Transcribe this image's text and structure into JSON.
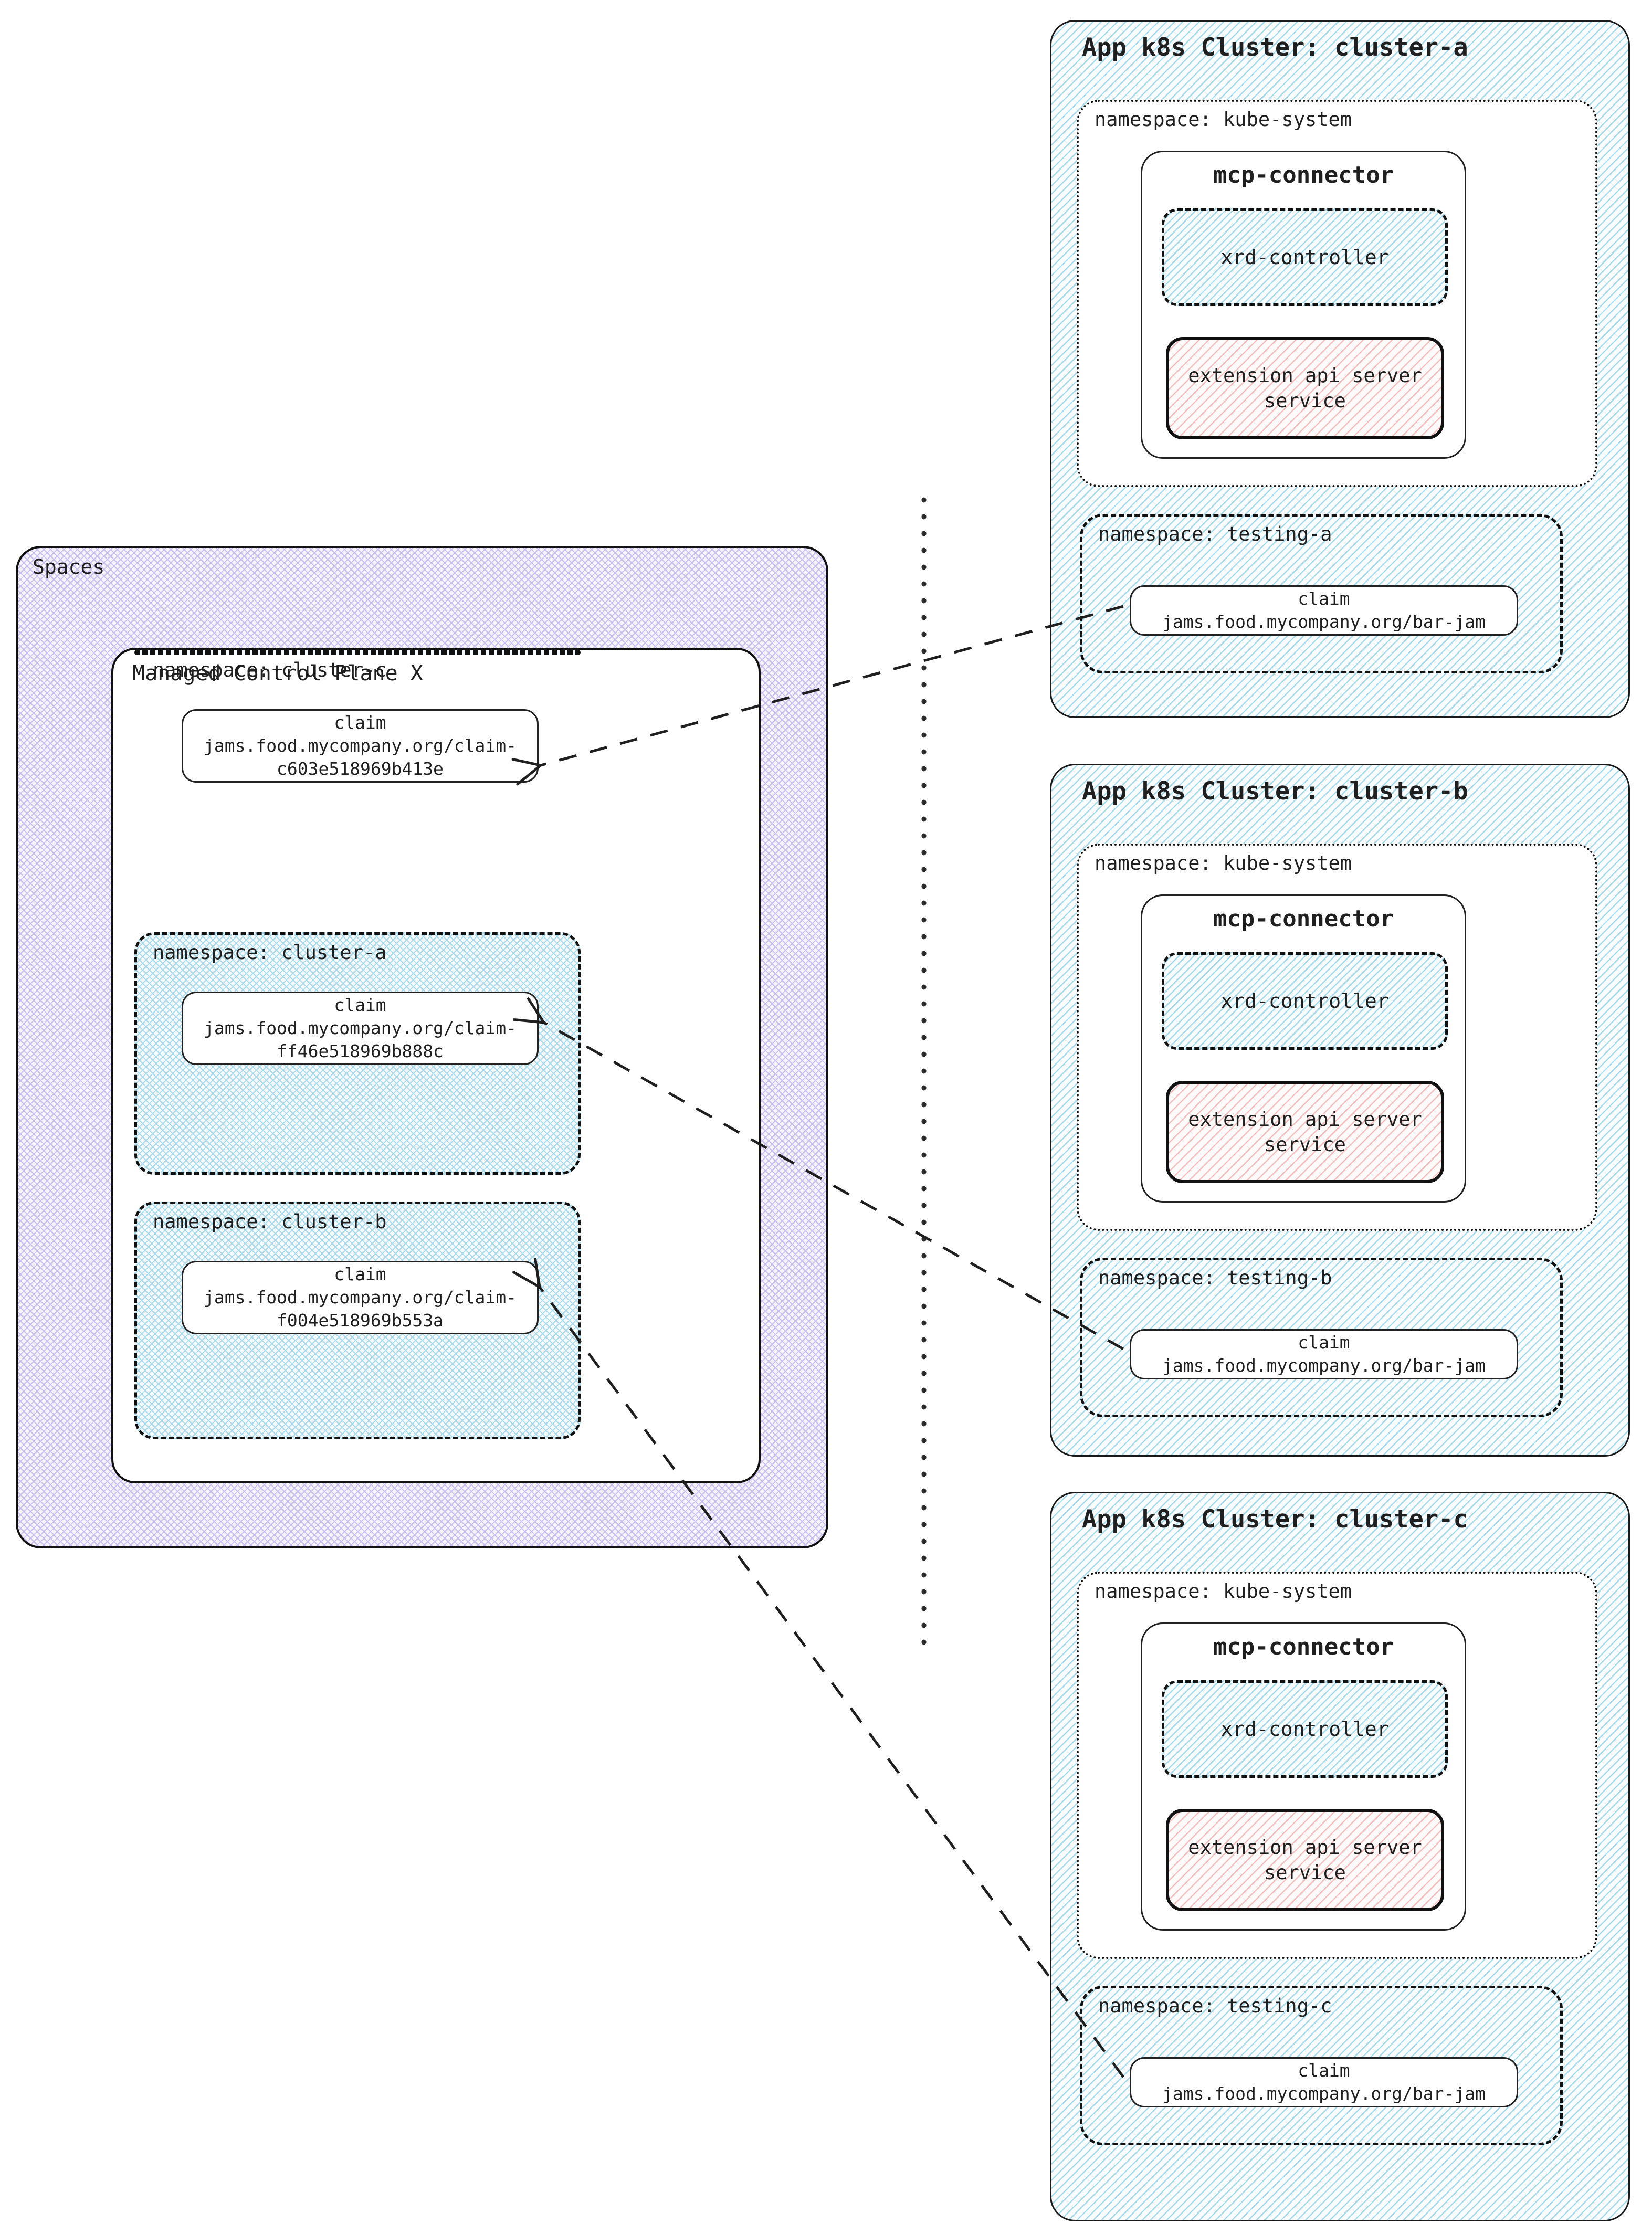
{
  "left_panel": {
    "title": "Spaces",
    "control_plane": {
      "title": "Managed Control Plane X",
      "namespaces": [
        {
          "label": "namespace: cluster-a",
          "claim_lines": [
            "claim",
            "jams.food.mycompany.org/claim-",
            "ff46e518969b888c"
          ]
        },
        {
          "label": "namespace: cluster-b",
          "claim_lines": [
            "claim",
            "jams.food.mycompany.org/claim-",
            "f004e518969b553a"
          ]
        },
        {
          "label": "namespace: cluster-c",
          "claim_lines": [
            "claim",
            "jams.food.mycompany.org/claim-",
            "c603e518969b413e"
          ]
        }
      ]
    }
  },
  "clusters": [
    {
      "title": "App k8s Cluster: cluster-a",
      "kube_namespace_label": "namespace: kube-system",
      "connector_title": "mcp-connector",
      "xrd_label": "xrd-controller",
      "ext_api_lines": [
        "extension api server",
        "service"
      ],
      "testing_namespace_label": "namespace: testing-a",
      "claim_lines": [
        "claim",
        "jams.food.mycompany.org/bar-jam"
      ]
    },
    {
      "title": "App k8s Cluster: cluster-b",
      "kube_namespace_label": "namespace: kube-system",
      "connector_title": "mcp-connector",
      "xrd_label": "xrd-controller",
      "ext_api_lines": [
        "extension api server",
        "service"
      ],
      "testing_namespace_label": "namespace: testing-b",
      "claim_lines": [
        "claim",
        "jams.food.mycompany.org/bar-jam"
      ]
    },
    {
      "title": "App k8s Cluster: cluster-c",
      "kube_namespace_label": "namespace: kube-system",
      "connector_title": "mcp-connector",
      "xrd_label": "xrd-controller",
      "ext_api_lines": [
        "extension api server",
        "service"
      ],
      "testing_namespace_label": "namespace: testing-c",
      "claim_lines": [
        "claim",
        "jams.food.mycompany.org/bar-jam"
      ]
    }
  ],
  "colors": {
    "ink": "#1f1f1f",
    "blue_hatch_line": "#a9d9ec",
    "purple_hatch_line": "#c9bef2",
    "red_hatch_line": "#f3bfbf",
    "box_white": "#ffffff"
  }
}
